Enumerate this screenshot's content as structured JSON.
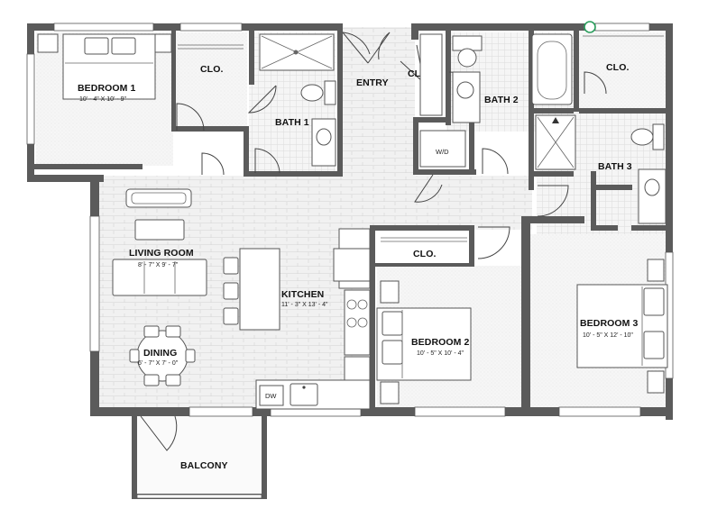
{
  "rooms": {
    "bedroom1": {
      "name": "BEDROOM 1",
      "dims": "10' - 4\" X 10' - 9\""
    },
    "bedroom2": {
      "name": "BEDROOM 2",
      "dims": "10' - 5\" X 10' - 4\""
    },
    "bedroom3": {
      "name": "BEDROOM 3",
      "dims": "10' - 5\" X 12' - 10\""
    },
    "living": {
      "name": "LIVING ROOM",
      "dims": "8' - 7\" X 9' - 7\""
    },
    "kitchen": {
      "name": "KITCHEN",
      "dims": "11' - 3\" X 13' - 4\""
    },
    "dining": {
      "name": "DINING",
      "dims": "6' - 7\" X 7' - 0\""
    },
    "bath1": {
      "name": "BATH 1"
    },
    "bath2": {
      "name": "BATH 2"
    },
    "bath3": {
      "name": "BATH 3"
    },
    "entry": {
      "name": "ENTRY"
    },
    "balcony": {
      "name": "BALCONY"
    },
    "clo1": {
      "name": "CLO."
    },
    "clo2": {
      "name": "CLO."
    },
    "clo3": {
      "name": "CLO."
    },
    "clo4": {
      "name": "CLO."
    }
  },
  "fixtures": {
    "washer_dryer": "W/D",
    "dishwasher": "DW"
  },
  "colors": {
    "wall": "#5b5b5b",
    "floor": "#f1f1f1",
    "brick_line": "#d4d4d4",
    "accent": "#2a9d5c"
  }
}
